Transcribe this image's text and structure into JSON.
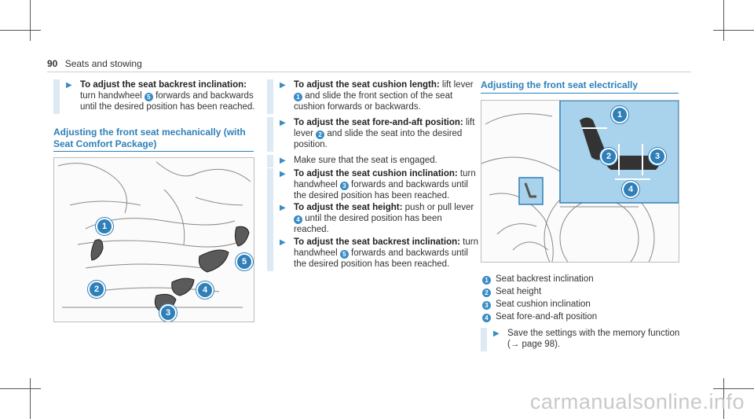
{
  "header": {
    "page_number": "90",
    "section": "Seats and stowing"
  },
  "left_column": {
    "step1": {
      "title": "To adjust the seat backrest inclination:",
      "text_a": "turn handwheel",
      "marker": "5",
      "text_b": "forwards and backwards until the desired position has been reached."
    },
    "section_title": "Adjusting the front seat mechanically (with Seat Comfort Package)",
    "figure_callouts": [
      "1",
      "2",
      "3",
      "4",
      "5"
    ]
  },
  "middle_column": {
    "steps": [
      {
        "title": "To adjust the seat cushion length:",
        "text_a": "lift lever",
        "marker": "1",
        "text_b": "and slide the front section of the seat cushion forwards or backwards."
      },
      {
        "title": "To adjust the seat fore-and-aft position:",
        "text_a": "lift lever",
        "marker": "2",
        "text_b": "and slide the seat into the desired position."
      },
      {
        "title": "",
        "text_a": "Make sure that the seat is engaged.",
        "marker": "",
        "text_b": ""
      },
      {
        "title": "To adjust the seat cushion inclination:",
        "text_a": "turn handwheel",
        "marker": "3",
        "text_b": "forwards and backwards until the desired position has been reached."
      },
      {
        "title": "To adjust the seat height:",
        "text_a": "push or pull lever",
        "marker": "4",
        "text_b": "until the desired position has been reached."
      },
      {
        "title": "To adjust the seat backrest inclination:",
        "text_a": "turn handwheel",
        "marker": "5",
        "text_b": "forwards and backwards until the desired position has been reached."
      }
    ]
  },
  "right_column": {
    "section_title": "Adjusting the front seat electrically",
    "figure_callouts": [
      "1",
      "2",
      "3",
      "4"
    ],
    "legend": [
      {
        "marker": "1",
        "label": "Seat backrest inclination"
      },
      {
        "marker": "2",
        "label": "Seat height"
      },
      {
        "marker": "3",
        "label": "Seat cushion inclination"
      },
      {
        "marker": "4",
        "label": "Seat fore-and-aft position"
      }
    ],
    "note": {
      "text": "Save the settings with the memory function",
      "ref": "(→ page 98)."
    }
  },
  "watermark": "carmanualsonline.info",
  "colors": {
    "accent": "#2f7fb8",
    "step_bar": "#dde9f3",
    "inset_bg": "#a9d3ec"
  }
}
